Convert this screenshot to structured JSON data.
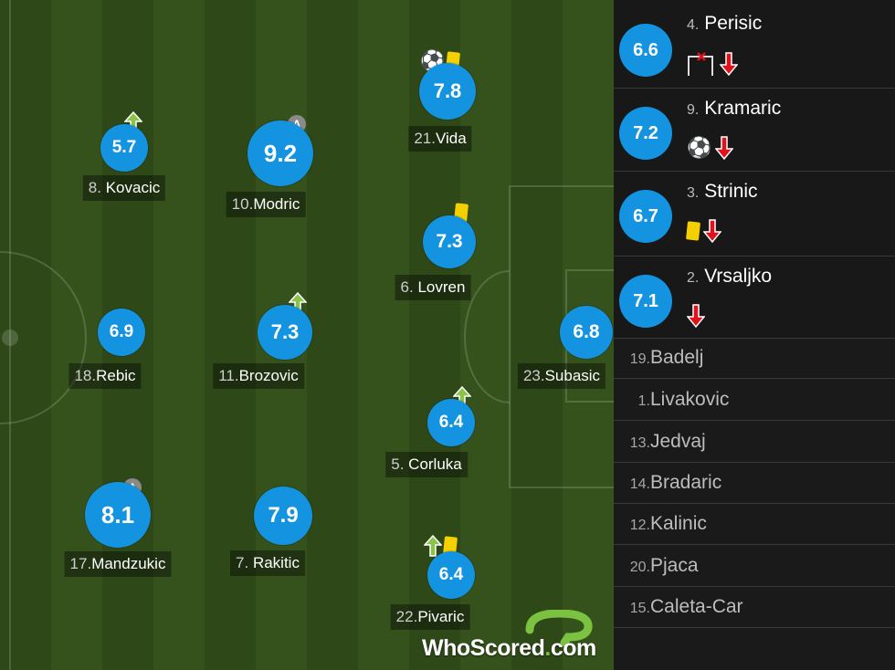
{
  "brand": {
    "who": "WhoScored",
    "dot": ".",
    "com": "com"
  },
  "players": [
    {
      "num": "8.",
      "name": "Kovacic",
      "rating": "5.7"
    },
    {
      "num": "17.",
      "name": "Mandzukic",
      "rating": "8.1"
    },
    {
      "num": "18.",
      "name": "Rebic",
      "rating": "6.9"
    },
    {
      "num": "10.",
      "name": "Modric",
      "rating": "9.2"
    },
    {
      "num": "11.",
      "name": "Brozovic",
      "rating": "7.3"
    },
    {
      "num": "7.",
      "name": "Rakitic",
      "rating": "7.9"
    },
    {
      "num": "21.",
      "name": "Vida",
      "rating": "7.8"
    },
    {
      "num": "6.",
      "name": "Lovren",
      "rating": "7.3"
    },
    {
      "num": "5.",
      "name": "Corluka",
      "rating": "6.4"
    },
    {
      "num": "22.",
      "name": "Pivaric",
      "rating": "6.4"
    },
    {
      "num": "23.",
      "name": "Subasic",
      "rating": "6.8"
    }
  ],
  "captain_badge": "A",
  "subs": [
    {
      "num": "4.",
      "name": "Perisic",
      "rating": "6.6"
    },
    {
      "num": "9.",
      "name": "Kramaric",
      "rating": "7.2"
    },
    {
      "num": "3.",
      "name": "Strinic",
      "rating": "6.7"
    },
    {
      "num": "2.",
      "name": "Vrsaljko",
      "rating": "7.1"
    }
  ],
  "bench": [
    {
      "num": "19.",
      "name": "Badelj"
    },
    {
      "num": "1.",
      "name": "Livakovic"
    },
    {
      "num": "13.",
      "name": "Jedvaj"
    },
    {
      "num": "14.",
      "name": "Bradaric"
    },
    {
      "num": "12.",
      "name": "Kalinic"
    },
    {
      "num": "20.",
      "name": "Pjaca"
    },
    {
      "num": "15.",
      "name": "Caleta-Car"
    }
  ],
  "colors": {
    "rating_blue": "#1493e0",
    "pitch_dark": "#2e4818",
    "pitch_light": "#35511c",
    "sub_on": "#8bc34a",
    "sub_off": "#e0101c",
    "yellow_card": "#f5d000"
  },
  "icons": {
    "ball": "⚽"
  }
}
